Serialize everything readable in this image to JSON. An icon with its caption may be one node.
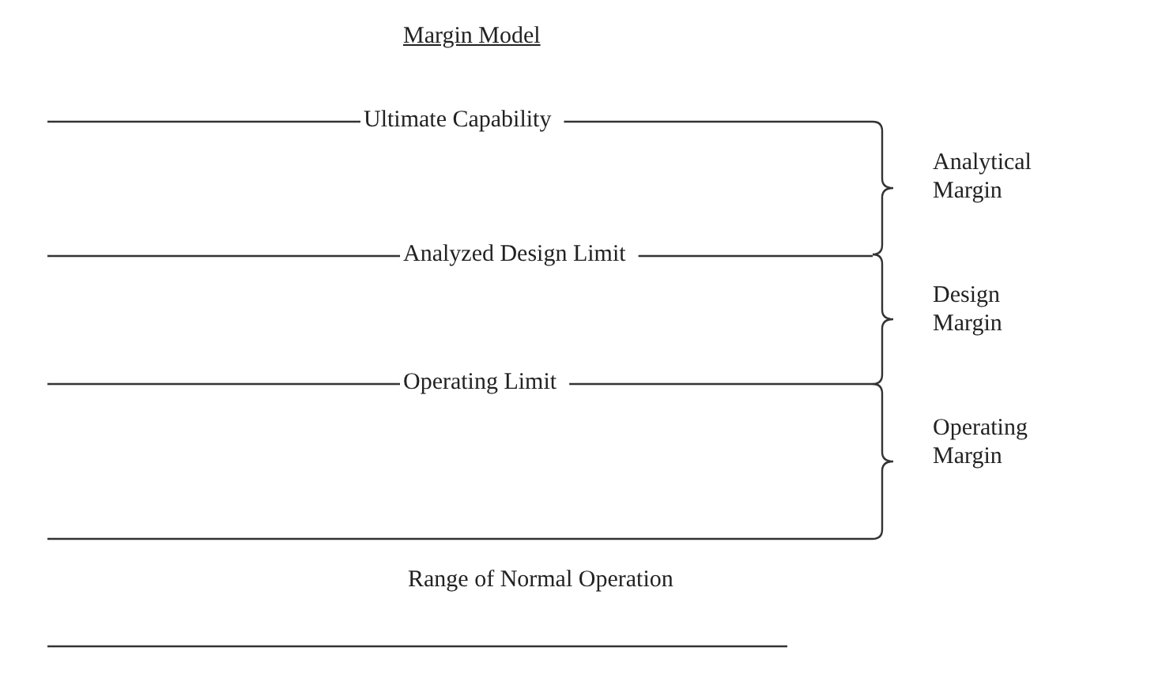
{
  "diagram": {
    "title": "Margin Model",
    "labels": [
      "Ultimate Capability",
      "Analytical Margin",
      "Analyzed Design Limit",
      "Design Margin",
      "Operating Limit",
      "Operating Margin",
      "Range of Normal Operation"
    ]
  }
}
